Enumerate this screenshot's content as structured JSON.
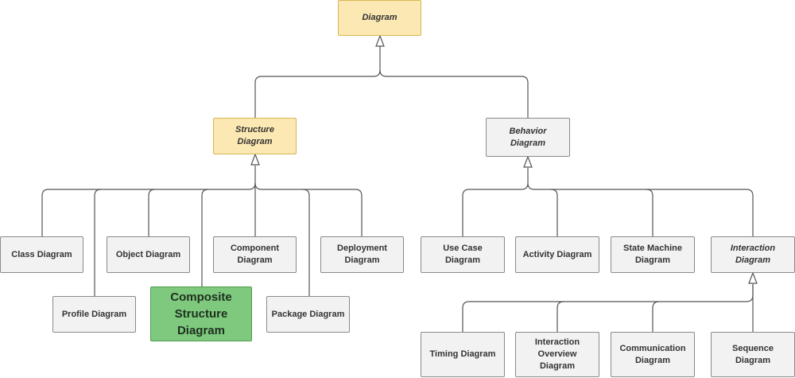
{
  "nodes": {
    "diagram": "Diagram",
    "structure": "Structure\nDiagram",
    "behavior": "Behavior\nDiagram",
    "class": "Class Diagram",
    "profile": "Profile Diagram",
    "object": "Object Diagram",
    "composite": "Composite\nStructure\nDiagram",
    "component": "Component\nDiagram",
    "package": "Package Diagram",
    "deployment": "Deployment\nDiagram",
    "usecase": "Use Case Diagram",
    "activity": "Activity Diagram",
    "statemachine": "State Machine\nDiagram",
    "interaction": "Interaction\nDiagram",
    "timing": "Timing Diagram",
    "overview": "Interaction\nOverview\nDiagram",
    "communication": "Communication\nDiagram",
    "sequence": "Sequence\nDiagram"
  },
  "colors": {
    "abstract_fill": "#fce8b2",
    "abstract_border": "#d6b656",
    "default_fill": "#f2f2f2",
    "default_border": "#8a8a8a",
    "highlight_fill": "#7ec97e",
    "highlight_border": "#4f9e4f",
    "line": "#555555"
  }
}
